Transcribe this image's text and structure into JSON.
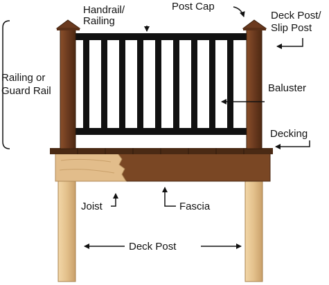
{
  "labels": {
    "handrail_line1": "Handrail/",
    "handrail_line2": "Railing",
    "post_cap": "Post Cap",
    "deck_post_slip_line1": "Deck Post/",
    "deck_post_slip_line2": "Slip Post",
    "railing_guard_line1": "Railing or",
    "railing_guard_line2": "Guard Rail",
    "baluster": "Baluster",
    "decking": "Decking",
    "joist": "Joist",
    "fascia": "Fascia",
    "deck_post": "Deck Post"
  },
  "colors": {
    "post_dark": "#6b3a1f",
    "baluster": "#111111",
    "decking": "#4a2a14",
    "fascia": "#7a4724",
    "joist_light": "#e2bd8b",
    "deck_post_light": "#e8c896",
    "label_text": "#111111"
  }
}
